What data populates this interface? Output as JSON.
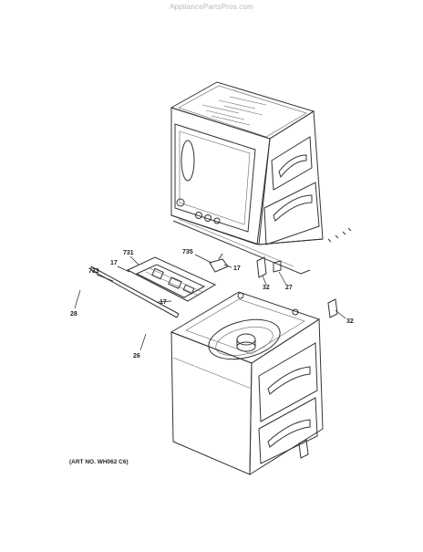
{
  "header": {
    "watermark": "AppliancePartsPros.com"
  },
  "callouts": {
    "c731": "731",
    "c17a": "17",
    "c733": "733",
    "c28a": "28",
    "c735": "735",
    "c17b": "17",
    "c32a": "32",
    "c27": "27",
    "c17c": "17",
    "c26": "26",
    "c32b": "32"
  },
  "footer": {
    "art_number": "(ART NO. WH062 C6)"
  }
}
